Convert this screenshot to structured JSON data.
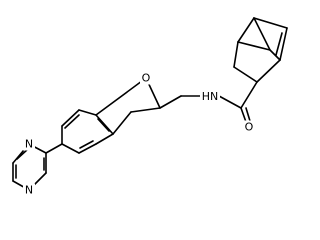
{
  "molecule": {
    "atom_labels": {
      "pyrazine_n_top": "N",
      "pyrazine_n_bottom": "N",
      "furan_o": "O",
      "amide_n": "N",
      "amide_h": "H",
      "amide_o": "O"
    },
    "colors": {
      "bond": "#000000",
      "label": "#000000",
      "background": "#ffffff"
    }
  }
}
